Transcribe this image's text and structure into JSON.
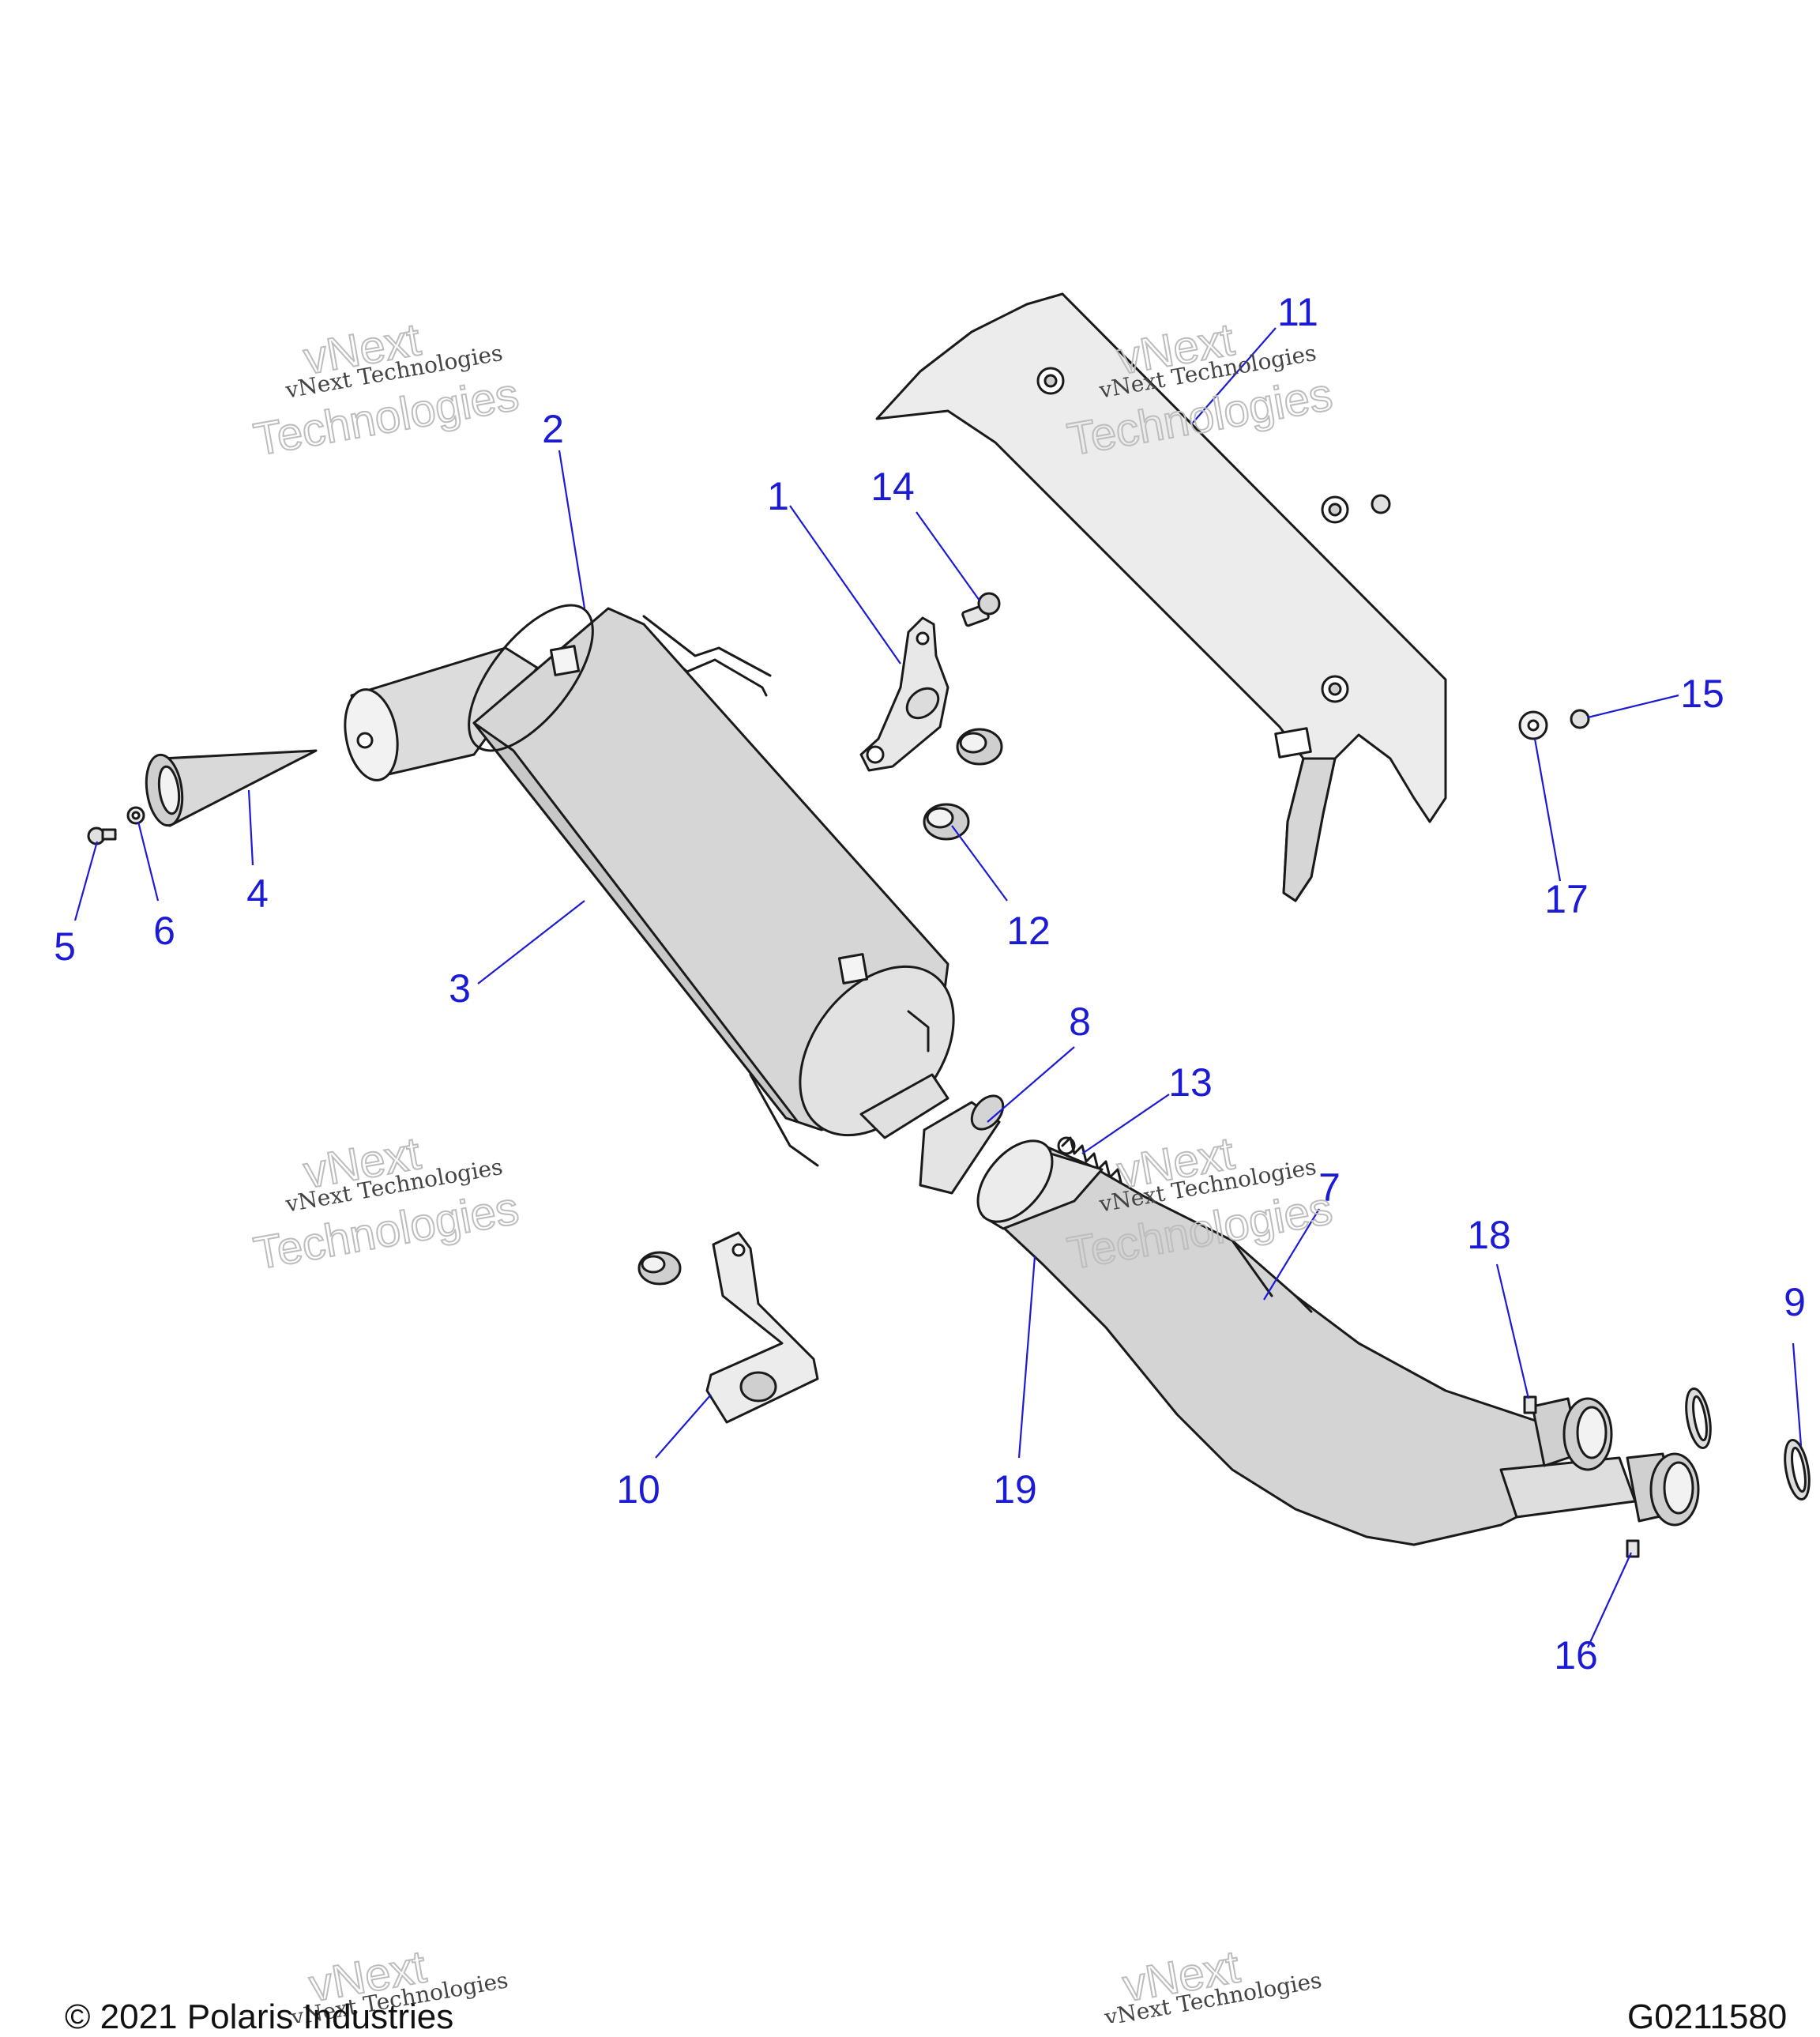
{
  "callouts": {
    "c1": "1",
    "c2": "2",
    "c3": "3",
    "c4": "4",
    "c5": "5",
    "c6": "6",
    "c7": "7",
    "c8": "8",
    "c9": "9",
    "c10": "10",
    "c11": "11",
    "c12": "12",
    "c13": "13",
    "c14": "14",
    "c15": "15",
    "c16": "16",
    "c17": "17",
    "c18": "18",
    "c19": "19"
  },
  "watermark": {
    "line1": "vNext",
    "line2": "vNext Technologies",
    "line3": "Technologies"
  },
  "footer": {
    "copyright": "© 2021 Polaris Industries",
    "figure_id": "G0211580"
  },
  "colors": {
    "callout": "#1b1bd6",
    "part_fill": "#d9d9d9",
    "line": "#1a1a1a"
  }
}
